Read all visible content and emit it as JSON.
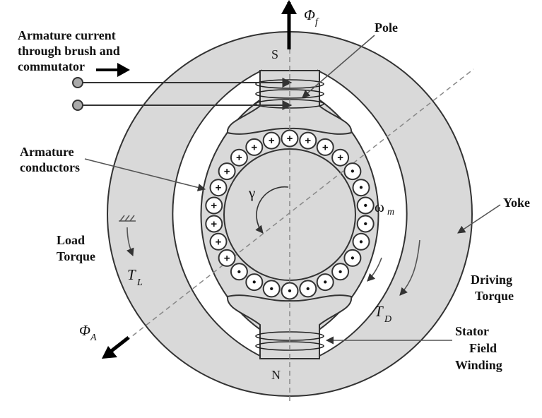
{
  "labels": {
    "armature_current": [
      "Armature current",
      "through brush and",
      "commutator"
    ],
    "pole": "Pole",
    "armature_conductors": [
      "Armature",
      "conductors"
    ],
    "yoke": "Yoke",
    "load_torque": [
      "Load",
      "Torque"
    ],
    "driving_torque": [
      "Driving",
      "Torque"
    ],
    "stator_field_winding": [
      "Stator",
      "Field",
      "Winding"
    ]
  },
  "symbols": {
    "phi_f": "Φ",
    "phi_f_sub": "f",
    "phi_a": "Φ",
    "phi_a_sub": "A",
    "t_l": "T",
    "t_l_sub": "L",
    "t_d": "T",
    "t_d_sub": "D",
    "omega": "ω",
    "omega_sub": "m",
    "gamma": "γ"
  },
  "poles": {
    "top": "S",
    "bottom": "N"
  },
  "conductor_marks": {
    "plus": "+",
    "dot": "•"
  },
  "colors": {
    "yoke_fill": "#d9d9d9",
    "outline": "#333333",
    "armature_fill": "#d9d9d9"
  }
}
